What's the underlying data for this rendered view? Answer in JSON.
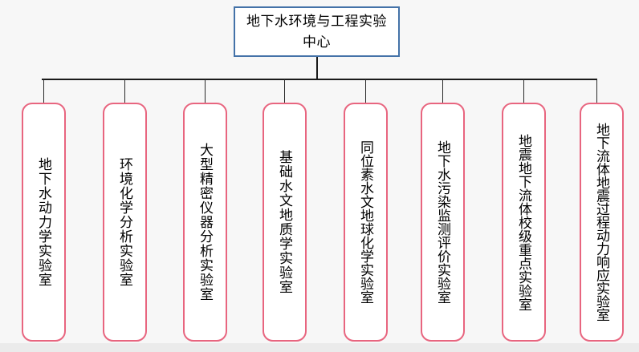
{
  "diagram": {
    "type": "org-chart",
    "orientation": "top-down",
    "title_node": {
      "label": "地下水环境与工程实验中心",
      "border_color": "#4472A8",
      "fill_color": "#FFFFFF"
    },
    "connector_color": "#1A1A1A",
    "background_color": "#F7F7F7",
    "leaf_border_color": "#E8657F",
    "leaf_fill_color": "#FFFFFF",
    "text_direction": "vertical",
    "children": [
      {
        "label": "地下水动力学实验室",
        "chars": 9
      },
      {
        "label": "环境化学分析实验室",
        "chars": 9
      },
      {
        "label": "大型精密仪器分析实验室",
        "chars": 11
      },
      {
        "label": "基础水文地质学实验室",
        "chars": 10
      },
      {
        "label": "同位素水文地球化学实验室",
        "chars": 12
      },
      {
        "label": "地下水污染监测评价实验室",
        "chars": 12
      },
      {
        "label": "地震地下流体校级重点实验室",
        "chars": 13
      },
      {
        "label": "地下流体地震过程动力响应实验室",
        "chars": 14
      }
    ]
  }
}
